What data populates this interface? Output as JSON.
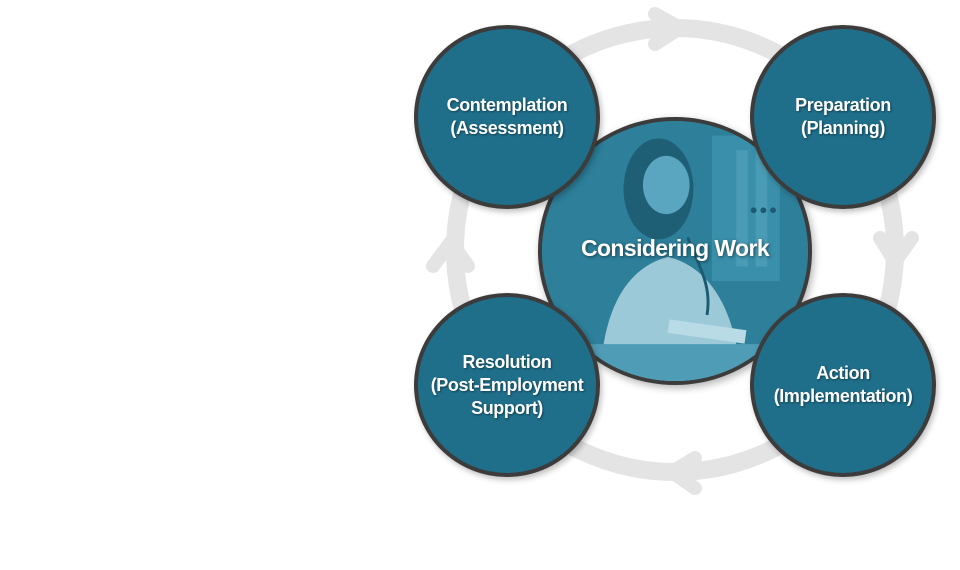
{
  "center": {
    "title": "Considering Work"
  },
  "stages": {
    "contemplation": {
      "line1": "Contemplation",
      "line2": "(Assessment)"
    },
    "preparation": {
      "line1": "Preparation",
      "line2": "(Planning)"
    },
    "action": {
      "line1": "Action",
      "line2": "(Implementation)"
    },
    "resolution": {
      "line1": "Resolution",
      "line2": "(Post-Employment",
      "line3": "Support)"
    }
  },
  "colors": {
    "node_fill": "#1f6f8b",
    "node_border": "#3c3c3c",
    "cycle_ring": "#e3e3e3",
    "label_text": "#ffffff"
  }
}
